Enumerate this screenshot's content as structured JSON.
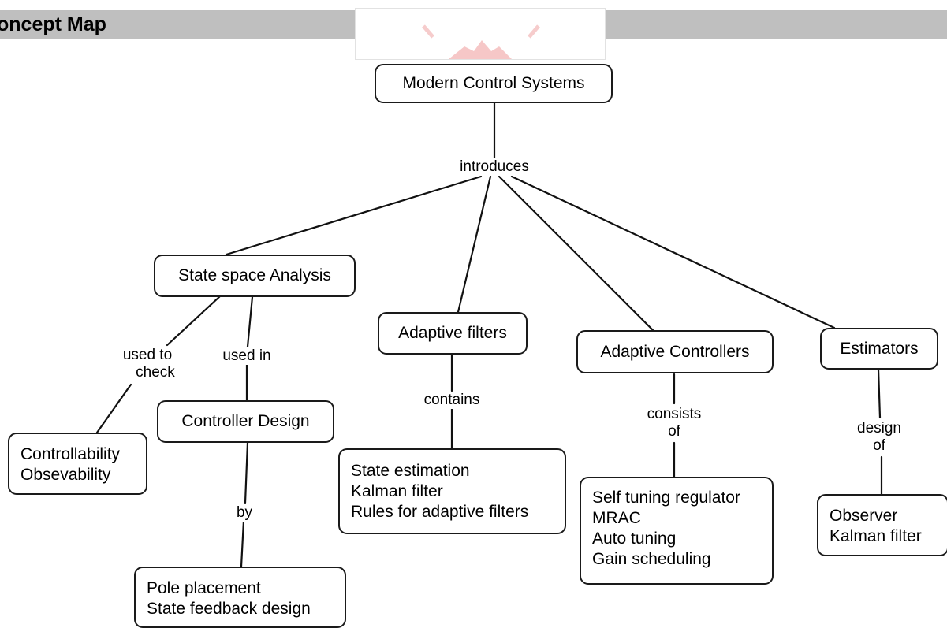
{
  "header": {
    "title": "oncept Map"
  },
  "nodes": {
    "modern_control": "Modern Control Systems",
    "state_space": "State space Analysis",
    "adaptive_filters": "Adaptive filters",
    "adaptive_controllers": "Adaptive Controllers",
    "estimators": "Estimators",
    "controller_design": "Controller Design",
    "controllability": [
      "Controllability",
      "Obsevability"
    ],
    "filter_contents": [
      "State estimation",
      "Kalman filter",
      "Rules for adaptive filters"
    ],
    "controller_types": [
      "Self tuning regulator",
      "MRAC",
      "Auto tuning",
      "Gain scheduling"
    ],
    "estimator_types": [
      "Observer",
      "Kalman filter"
    ],
    "pole_placement": [
      "Pole placement",
      "State feedback design"
    ]
  },
  "links": {
    "introduces": "introduces",
    "used_to_check": [
      "used to",
      "check"
    ],
    "used_in": "used in",
    "contains": "contains",
    "consists_of": [
      "consists",
      "of"
    ],
    "design_of": [
      "design",
      "of"
    ],
    "by": "by"
  }
}
